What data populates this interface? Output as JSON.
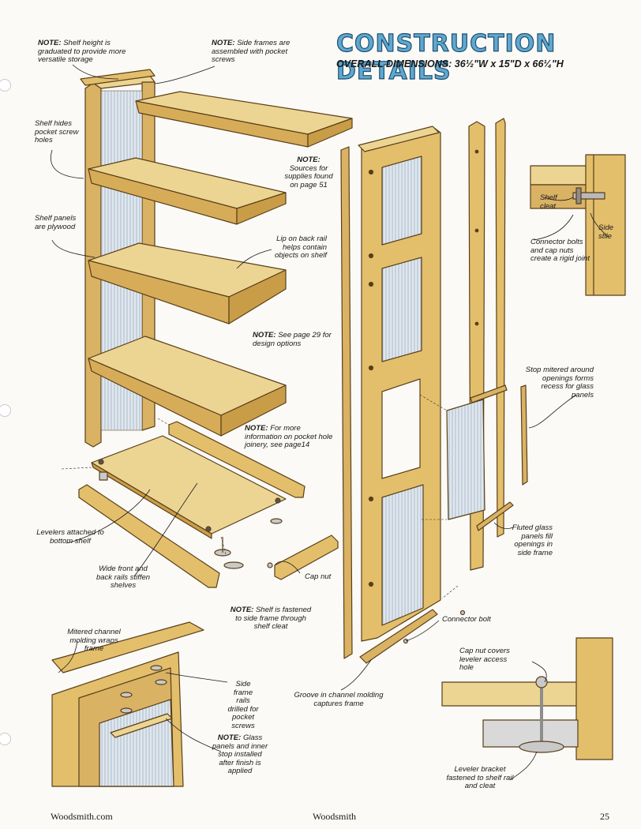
{
  "header": {
    "title": "CONSTRUCTION DETAILS",
    "dims_label": "OVERALL DIMENSIONS:",
    "dims_value": "36½\"W x 15\"D x 66¼\"H"
  },
  "notes": {
    "shelf_height": {
      "lead": "NOTE:",
      "text": "Shelf height is graduated to provide more versatile storage"
    },
    "side_frames": {
      "lead": "NOTE:",
      "text": "Side frames are assembled with pocket screws"
    },
    "supplies": {
      "lead": "NOTE:",
      "text": "Sources for supplies found on page 51"
    },
    "design": {
      "lead": "NOTE:",
      "text": "See page 29 for design options"
    },
    "pocket_hole": {
      "lead": "NOTE:",
      "text": "For more information on pocket hole joinery, see page14"
    },
    "shelf_fastened": {
      "lead": "NOTE:",
      "text": "Shelf is fastened to side frame through shelf cleat"
    },
    "glass_panels": {
      "lead": "NOTE:",
      "text": "Glass panels and inner stop installed after finish is applied"
    }
  },
  "callouts": {
    "shelf_hides": "Shelf hides pocket screw holes",
    "shelf_panels": "Shelf panels are plywood",
    "lip": "Lip on back rail helps contain objects on shelf",
    "levelers": "Levelers attached to bottom shelf",
    "wide_rails": "Wide front and back rails stiffen shelves",
    "cap_nut": "Cap nut",
    "connector_bolt": "Connector bolt",
    "groove": "Groove in channel molding captures frame",
    "mitered_channel": "Mitered channel molding wraps frame",
    "side_rails": "Side frame rails drilled for pocket screws",
    "stop_mitered": "Stop mitered around openings forms recess for glass panels",
    "fluted_glass": "Fluted glass panels fill openings in side frame",
    "shelf_cleat": "Shelf cleat",
    "side_stile": "Side stile",
    "connector_bolts": "Connector bolts and cap nuts create a rigid joint",
    "cap_nut_covers": "Cap nut covers leveler access hole",
    "leveler_bracket": "Leveler bracket fastened to shelf rail and cleat"
  },
  "footer": {
    "left": "Woodsmith.com",
    "center": "Woodsmith",
    "page": "25"
  },
  "colors": {
    "wood": "#e3bf6c",
    "wood_light": "#ecd593",
    "wood_dark": "#b8893b",
    "edge": "#5a3f18",
    "glass": "#d6e0e8",
    "title": "#5fa8cf"
  }
}
